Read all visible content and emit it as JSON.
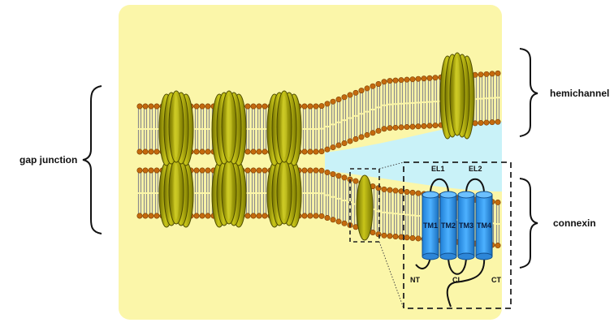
{
  "labels": {
    "gap_junction": "gap junction",
    "hemichannel": "hemichannel",
    "connexin": "connexin"
  },
  "connexin_detail": {
    "el1": "EL1",
    "el2": "EL2",
    "tm": [
      "TM1",
      "TM2",
      "TM3",
      "TM4"
    ],
    "nt": "NT",
    "cl": "CL",
    "ct": "CT"
  },
  "colors": {
    "cell_cytoplasm": "#fbf6a9",
    "extracellular_space": "#c9f2f8",
    "lipid_head": "#c46a0e",
    "connexon": "#a8a800",
    "transmembrane_helix": "#3c9df0",
    "dashed_border": "#222222"
  }
}
